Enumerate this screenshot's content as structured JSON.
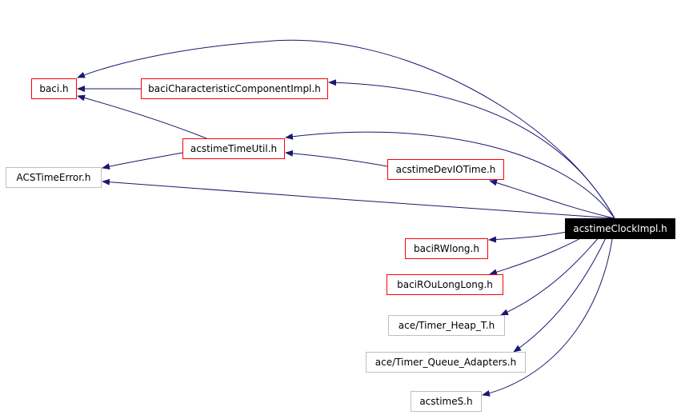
{
  "graph": {
    "edge_color": "#191970",
    "root": {
      "id": "acstimeClockImpl",
      "label": "acstimeClockImpl.h"
    },
    "nodes": [
      {
        "id": "baci",
        "label": "baci.h",
        "style": "linked"
      },
      {
        "id": "baciCharacteristicComponentImpl",
        "label": "baciCharacteristicComponentImpl.h",
        "style": "linked"
      },
      {
        "id": "ACSTimeError",
        "label": "ACSTimeError.h",
        "style": "external"
      },
      {
        "id": "acstimeTimeUtil",
        "label": "acstimeTimeUtil.h",
        "style": "linked"
      },
      {
        "id": "acstimeDevIOTime",
        "label": "acstimeDevIOTime.h",
        "style": "linked"
      },
      {
        "id": "baciRWlong",
        "label": "baciRWlong.h",
        "style": "linked"
      },
      {
        "id": "baciROuLongLong",
        "label": "baciROuLongLong.h",
        "style": "linked"
      },
      {
        "id": "Timer_Heap_T",
        "label": "ace/Timer_Heap_T.h",
        "style": "external"
      },
      {
        "id": "Timer_Queue_Adapters",
        "label": "ace/Timer_Queue_Adapters.h",
        "style": "external"
      },
      {
        "id": "acstimeS",
        "label": "acstimeS.h",
        "style": "external"
      }
    ],
    "edges": [
      {
        "from": "acstimeClockImpl",
        "to": "baci"
      },
      {
        "from": "acstimeClockImpl",
        "to": "baciCharacteristicComponentImpl"
      },
      {
        "from": "acstimeClockImpl",
        "to": "acstimeTimeUtil"
      },
      {
        "from": "acstimeClockImpl",
        "to": "acstimeDevIOTime"
      },
      {
        "from": "acstimeClockImpl",
        "to": "ACSTimeError"
      },
      {
        "from": "acstimeClockImpl",
        "to": "baciRWlong"
      },
      {
        "from": "acstimeClockImpl",
        "to": "baciROuLongLong"
      },
      {
        "from": "acstimeClockImpl",
        "to": "Timer_Heap_T"
      },
      {
        "from": "acstimeClockImpl",
        "to": "Timer_Queue_Adapters"
      },
      {
        "from": "acstimeClockImpl",
        "to": "acstimeS"
      },
      {
        "from": "baciCharacteristicComponentImpl",
        "to": "baci"
      },
      {
        "from": "acstimeTimeUtil",
        "to": "baci"
      },
      {
        "from": "acstimeTimeUtil",
        "to": "ACSTimeError"
      },
      {
        "from": "acstimeDevIOTime",
        "to": "acstimeTimeUtil"
      }
    ]
  }
}
